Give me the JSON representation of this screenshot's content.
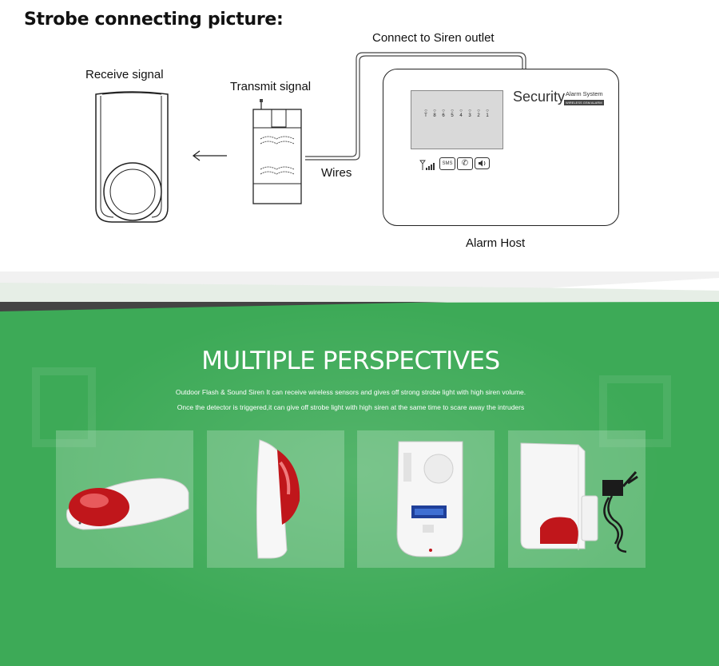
{
  "diagram": {
    "title": "Strobe connecting picture:",
    "receive_label": "Receive  signal",
    "transmit_label": "Transmit  signal",
    "wires_label": "Wires",
    "siren_outlet_label": "Connect to Siren outlet",
    "alarm_host_label": "Alarm Host",
    "host_brand": "Security",
    "host_brand_sub": "Alarm System",
    "host_brand_tag": "WIRELESS GSM ALARM",
    "host_led_labels": [
      "T",
      "8",
      "6",
      "5",
      "4",
      "3",
      "2",
      "1"
    ],
    "host_sms_label": "SMS"
  },
  "banner": {
    "heading": "MULTIPLE PERSPECTIVES",
    "line1": "Outdoor Flash & Sound Siren It can receive wireless sensors and gives off strong strobe  light with high siren volume.",
    "line2": "Once the detector is triggered,it can give off strobe light with high siren at the same time to scare away the intruders",
    "colors": {
      "green": "#3daa57",
      "siren_red": "#c0161b"
    }
  }
}
